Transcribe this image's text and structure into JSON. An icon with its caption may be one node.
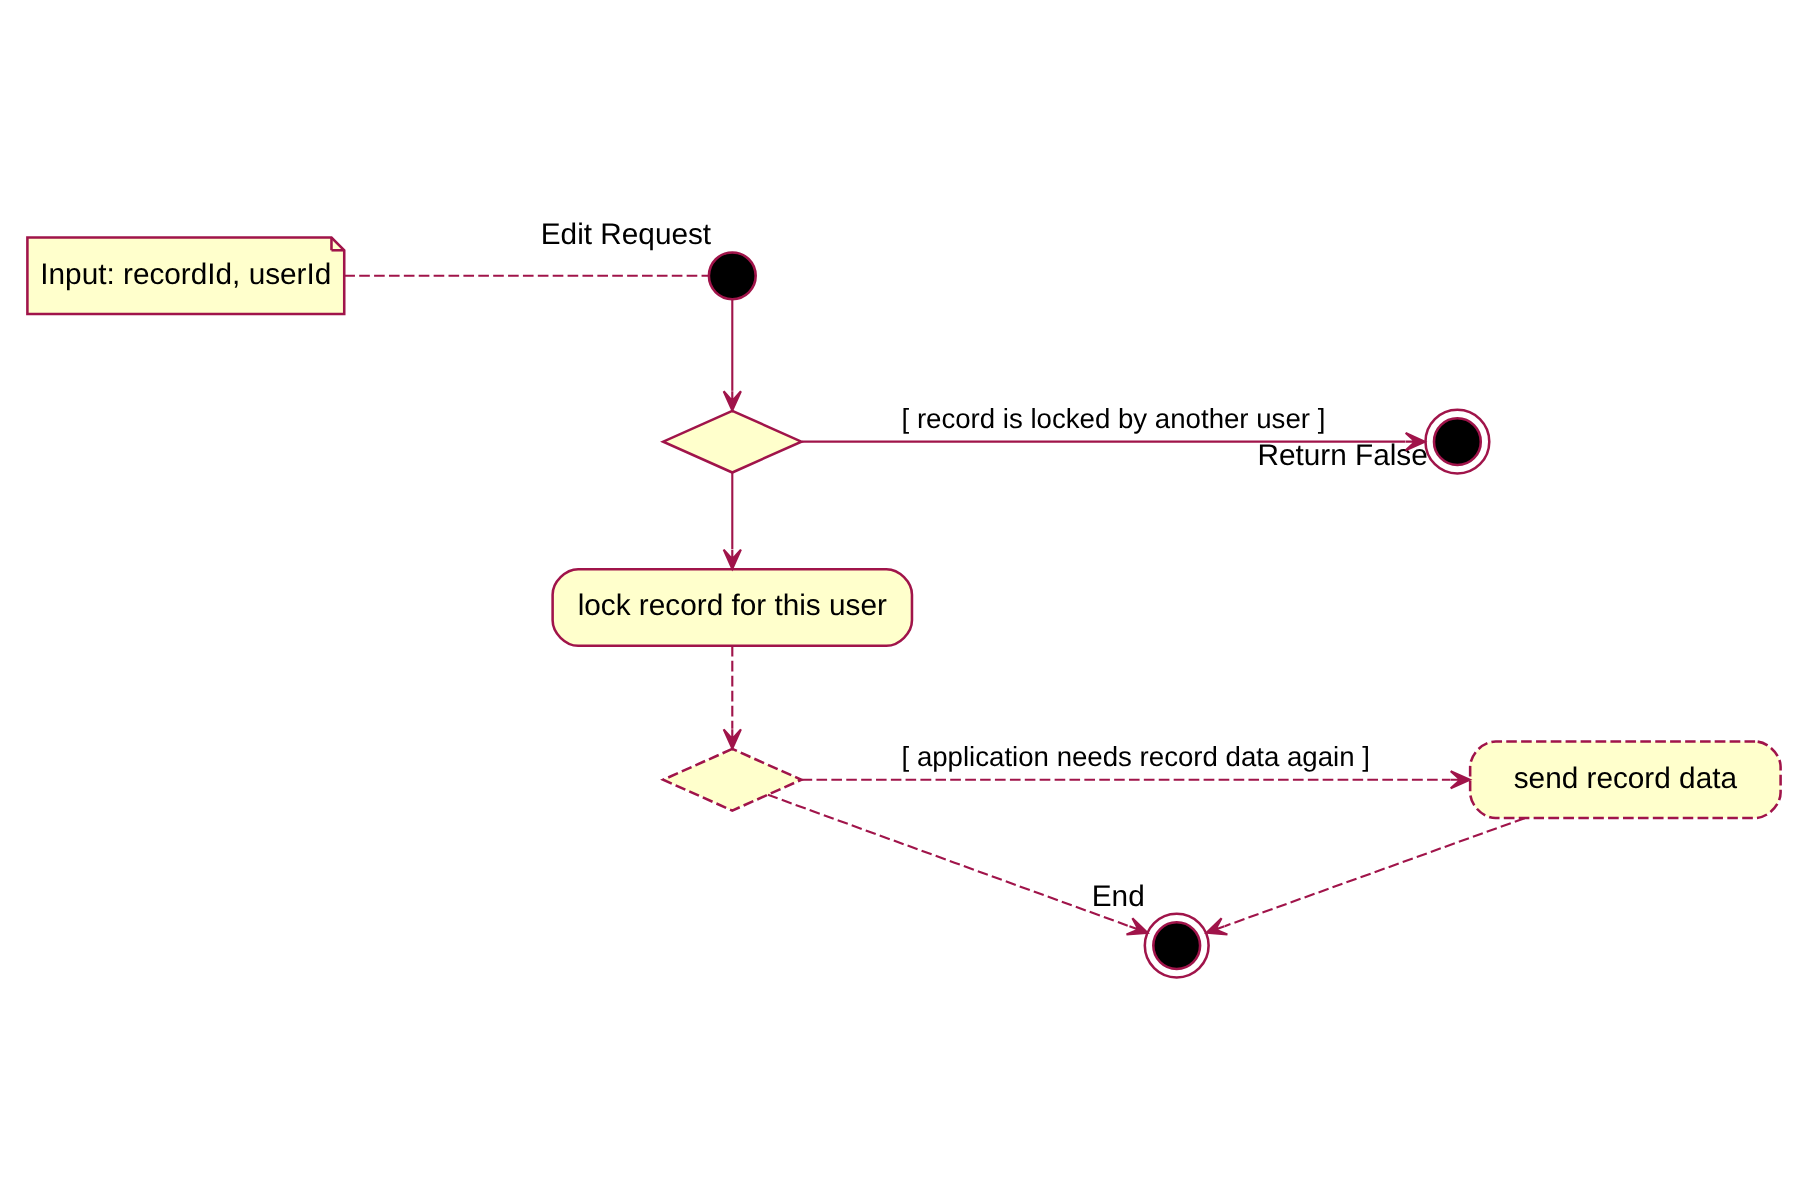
{
  "diagram": {
    "nodes": [
      {
        "text": [
          "Input: recordId, userId"
        ]
      },
      {
        "text": [],
        "shape": "circle",
        "beside": [
          "Edit Request"
        ]
      },
      {
        "text": [],
        "shape": "diamond"
      },
      {
        "text": [],
        "shape": "circle",
        "beside": [
          "Return False"
        ]
      },
      {
        "text": [
          "lock record for this user"
        ]
      },
      {
        "text": [],
        "shape": "diamond"
      },
      {
        "text": [
          "send record data"
        ]
      },
      {
        "text": [],
        "shape": "circle",
        "beside": [
          "End"
        ]
      }
    ],
    "edges": [
      {
        "from": 0,
        "to": 1,
        "arrow": "none",
        "style": "dashed"
      },
      {
        "from": 1,
        "to": 2,
        "arrow": "to"
      },
      {
        "from": 2,
        "to": 3,
        "arrow": "to",
        "label": "[ record is locked by another user ]"
      },
      {
        "from": 2,
        "to": 4,
        "arrow": "to"
      },
      {
        "from": 4,
        "to": 5,
        "arrow": "to",
        "style": "dashed"
      },
      {
        "from": 5,
        "to": 6,
        "arrow": "to",
        "style": "dashed",
        "label": "[ application needs record data again ]"
      },
      {
        "from": 5,
        "to": 7,
        "arrow": "to",
        "style": "dashed"
      },
      {
        "from": 6,
        "to": 7,
        "arrow": "to",
        "style": "dashed"
      }
    ]
  }
}
